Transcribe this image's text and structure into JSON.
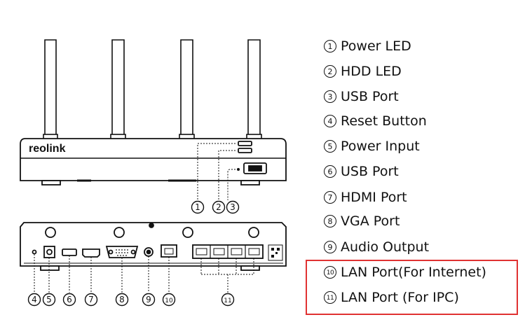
{
  "diagram": {
    "brand_logo": "reolink",
    "callout_labels": [
      "1",
      "2",
      "3",
      "4",
      "5",
      "6",
      "7",
      "8",
      "9",
      "10",
      "11"
    ]
  },
  "legend": [
    {
      "num": "1",
      "label": "Power LED"
    },
    {
      "num": "2",
      "label": "HDD LED"
    },
    {
      "num": "3",
      "label": "USB Port"
    },
    {
      "num": "4",
      "label": "Reset Button"
    },
    {
      "num": "5",
      "label": "Power Input"
    },
    {
      "num": "6",
      "label": "USB Port"
    },
    {
      "num": "7",
      "label": "HDMI Port"
    },
    {
      "num": "8",
      "label": "VGA Port"
    },
    {
      "num": "9",
      "label": "Audio Output"
    },
    {
      "num": "10",
      "label": "LAN Port(For Internet)"
    },
    {
      "num": "11",
      "label": "LAN Port (For IPC)"
    }
  ],
  "colors": {
    "line": "#111111",
    "highlight": "#e03232",
    "background": "#ffffff"
  }
}
